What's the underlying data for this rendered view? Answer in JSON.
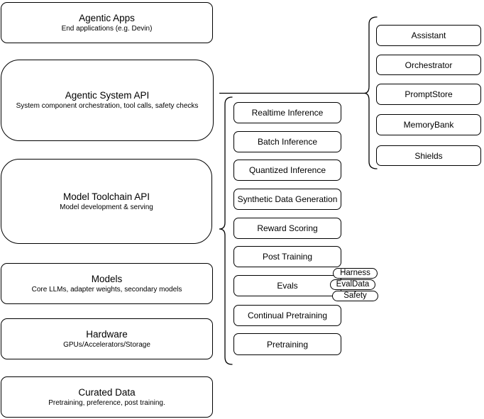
{
  "diagram": {
    "stack": [
      {
        "title": "Agentic Apps",
        "subtitle": "End applications (e.g. Devin)"
      },
      {
        "title": "Agentic System API",
        "subtitle": "System component orchestration, tool calls, safety checks"
      },
      {
        "title": "Model Toolchain API",
        "subtitle": "Model development & serving"
      },
      {
        "title": "Models",
        "subtitle": "Core LLMs, adapter weights, secondary models"
      },
      {
        "title": "Hardware",
        "subtitle": "GPUs/Accelerators/Storage"
      },
      {
        "title": "Curated Data",
        "subtitle": "Pretraining, preference, post training."
      }
    ],
    "toolchain_items": [
      "Realtime Inference",
      "Batch Inference",
      "Quantized Inference",
      "Synthetic Data Generation",
      "Reward Scoring",
      "Post Training",
      "Evals",
      "Continual Pretraining",
      "Pretraining"
    ],
    "eval_tags": [
      "Harness",
      "EvalData",
      "Safety"
    ],
    "system_components": [
      "Assistant",
      "Orchestrator",
      "PromptStore",
      "MemoryBank",
      "Shields"
    ],
    "colors": {
      "stroke": "#000000",
      "fill": "#ffffff"
    }
  }
}
